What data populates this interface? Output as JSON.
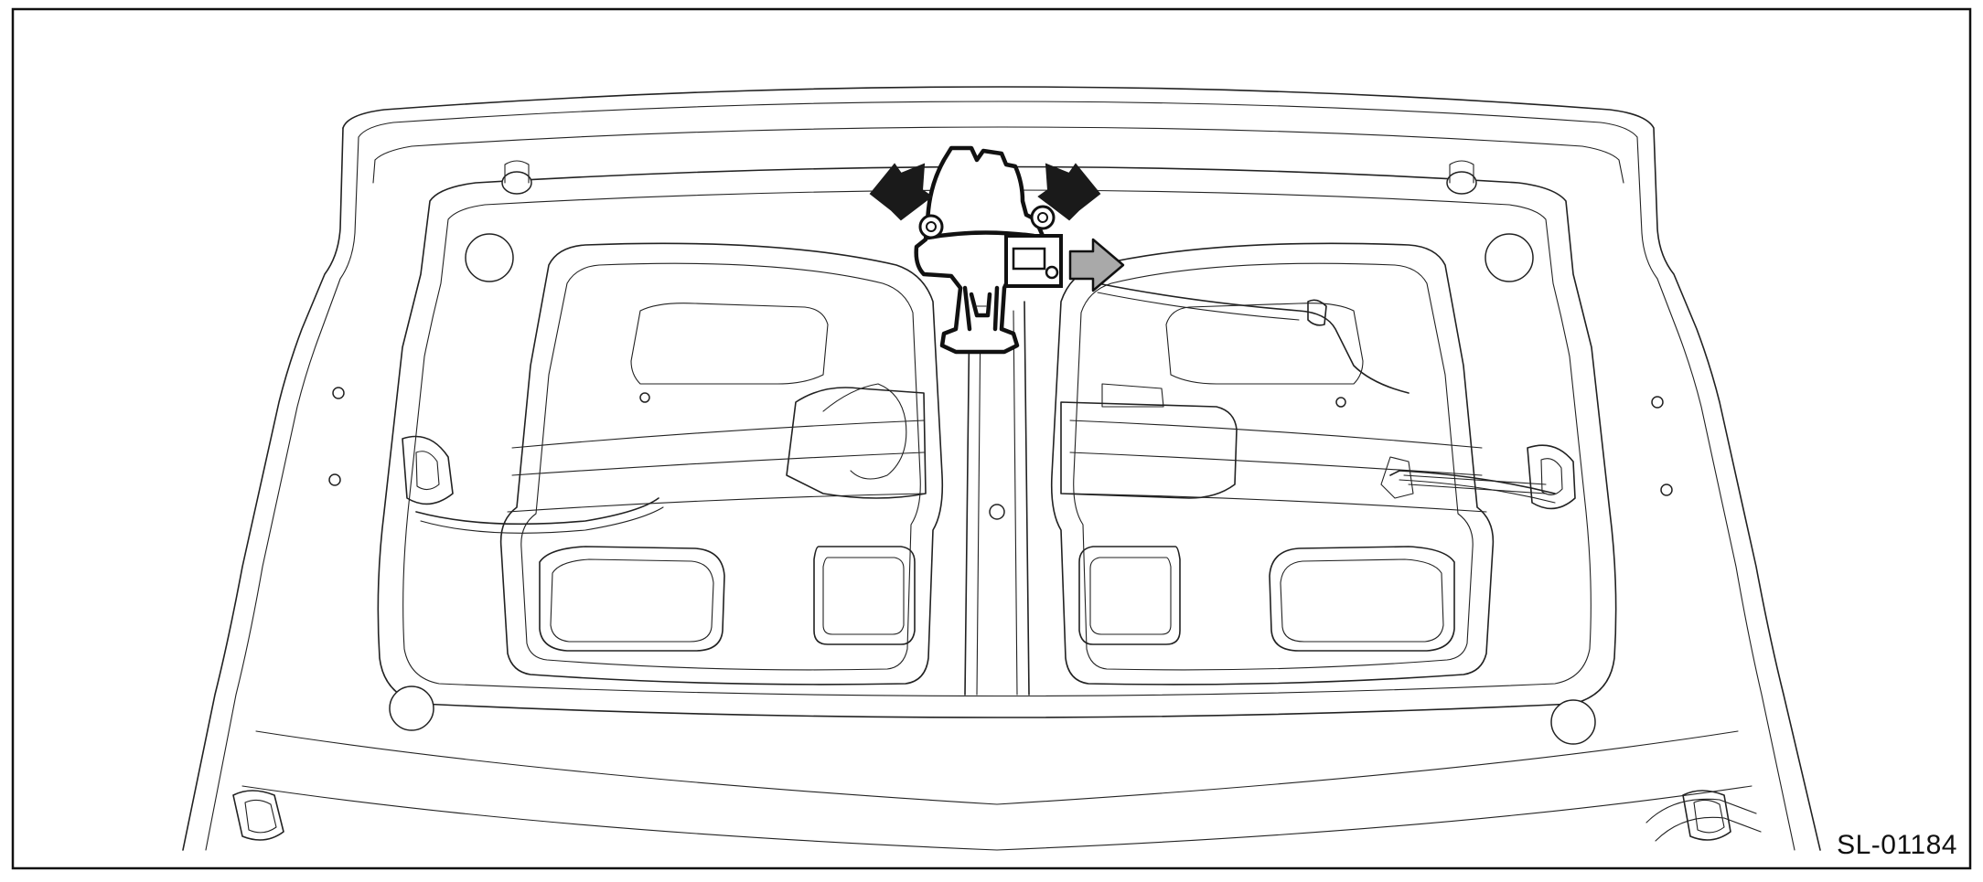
{
  "figure": {
    "code": "SL-01184",
    "colors": {
      "line": "#222222",
      "frame": "#111111",
      "arrow_dark": "#1a1a1a",
      "arrow_gray": "#a9a9a9",
      "background": "#ffffff"
    },
    "icons": [
      "arrow-dark-left",
      "arrow-dark-right",
      "arrow-gray-right"
    ]
  }
}
